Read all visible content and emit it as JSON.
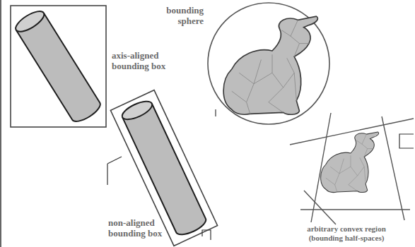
{
  "diagram": {
    "labels": [
      "axis-aligned bounding box",
      "bounding sphere",
      "non-aligned bounding box",
      "arbitrary convex region (bounding half-spaces)"
    ]
  }
}
